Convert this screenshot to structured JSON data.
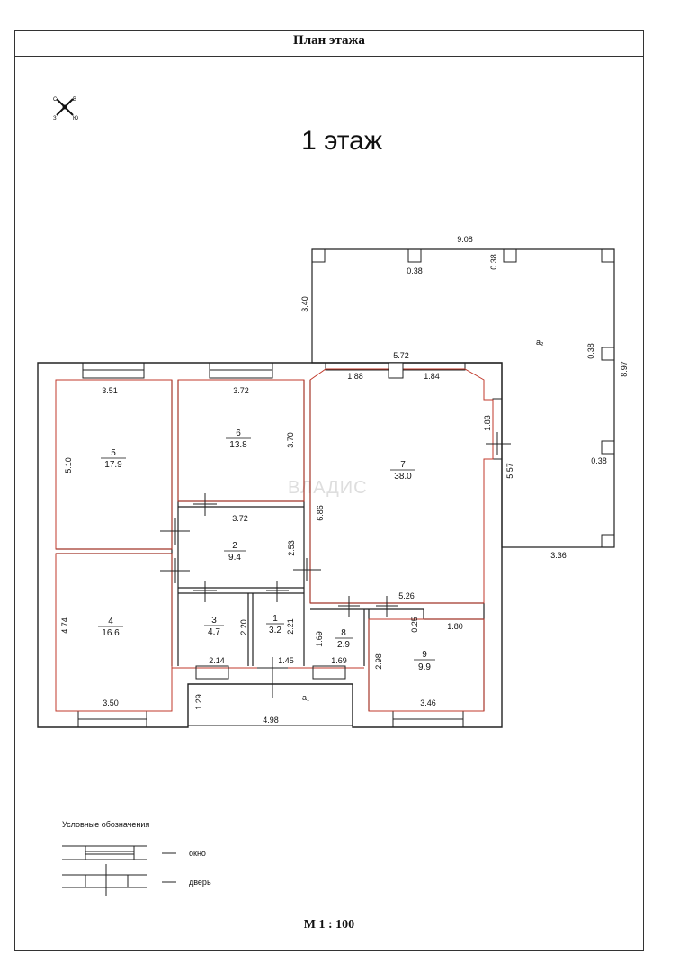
{
  "sheet": {
    "title": "План этажа",
    "floor_title": "1 этаж",
    "scale": "М 1 : 100",
    "watermark": "ВЛАДИС"
  },
  "legend": {
    "title": "Условные обозначения",
    "window": "окно",
    "door": "дверь",
    "dash": "—"
  },
  "compass": {
    "icon": "compass-icon"
  },
  "rooms": [
    {
      "id": "room-5",
      "number": "5",
      "area": "17.9"
    },
    {
      "id": "room-6",
      "number": "6",
      "area": "13.8"
    },
    {
      "id": "room-7",
      "number": "7",
      "area": "38.0"
    },
    {
      "id": "room-2",
      "number": "2",
      "area": "9.4"
    },
    {
      "id": "room-4",
      "number": "4",
      "area": "16.6"
    },
    {
      "id": "room-3",
      "number": "3",
      "area": "4.7"
    },
    {
      "id": "room-1",
      "number": "1",
      "area": "3.2"
    },
    {
      "id": "room-8",
      "number": "8",
      "area": "2.9"
    },
    {
      "id": "room-9",
      "number": "9",
      "area": "9.9"
    }
  ],
  "annex_labels": {
    "a2": "а₂",
    "a1": "а₁"
  },
  "dimensions": {
    "d_908": "9.08",
    "d_038_a": "0.38",
    "d_038_b": "0.38",
    "d_340": "3.40",
    "d_038_c": "0.38",
    "d_897": "8.97",
    "d_038_d": "0.38",
    "d_572": "5.72",
    "d_188": "1.88",
    "d_184": "1.84",
    "d_351": "3.51",
    "d_372_a": "3.72",
    "d_510": "5.10",
    "d_370": "3.70",
    "d_183": "1.83",
    "d_557": "5.57",
    "d_372_b": "3.72",
    "d_686": "6.86",
    "d_253": "2.53",
    "d_336": "3.36",
    "d_474": "4.74",
    "d_526": "5.26",
    "d_025": "0.25",
    "d_180": "1.80",
    "d_220": "2.20",
    "d_221": "2.21",
    "d_169_a": "1.69",
    "d_298": "2.98",
    "d_214": "2.14",
    "d_145": "1.45",
    "d_169_b": "1.69",
    "d_129": "1.29",
    "d_350": "3.50",
    "d_498": "4.98",
    "d_346": "3.46"
  }
}
